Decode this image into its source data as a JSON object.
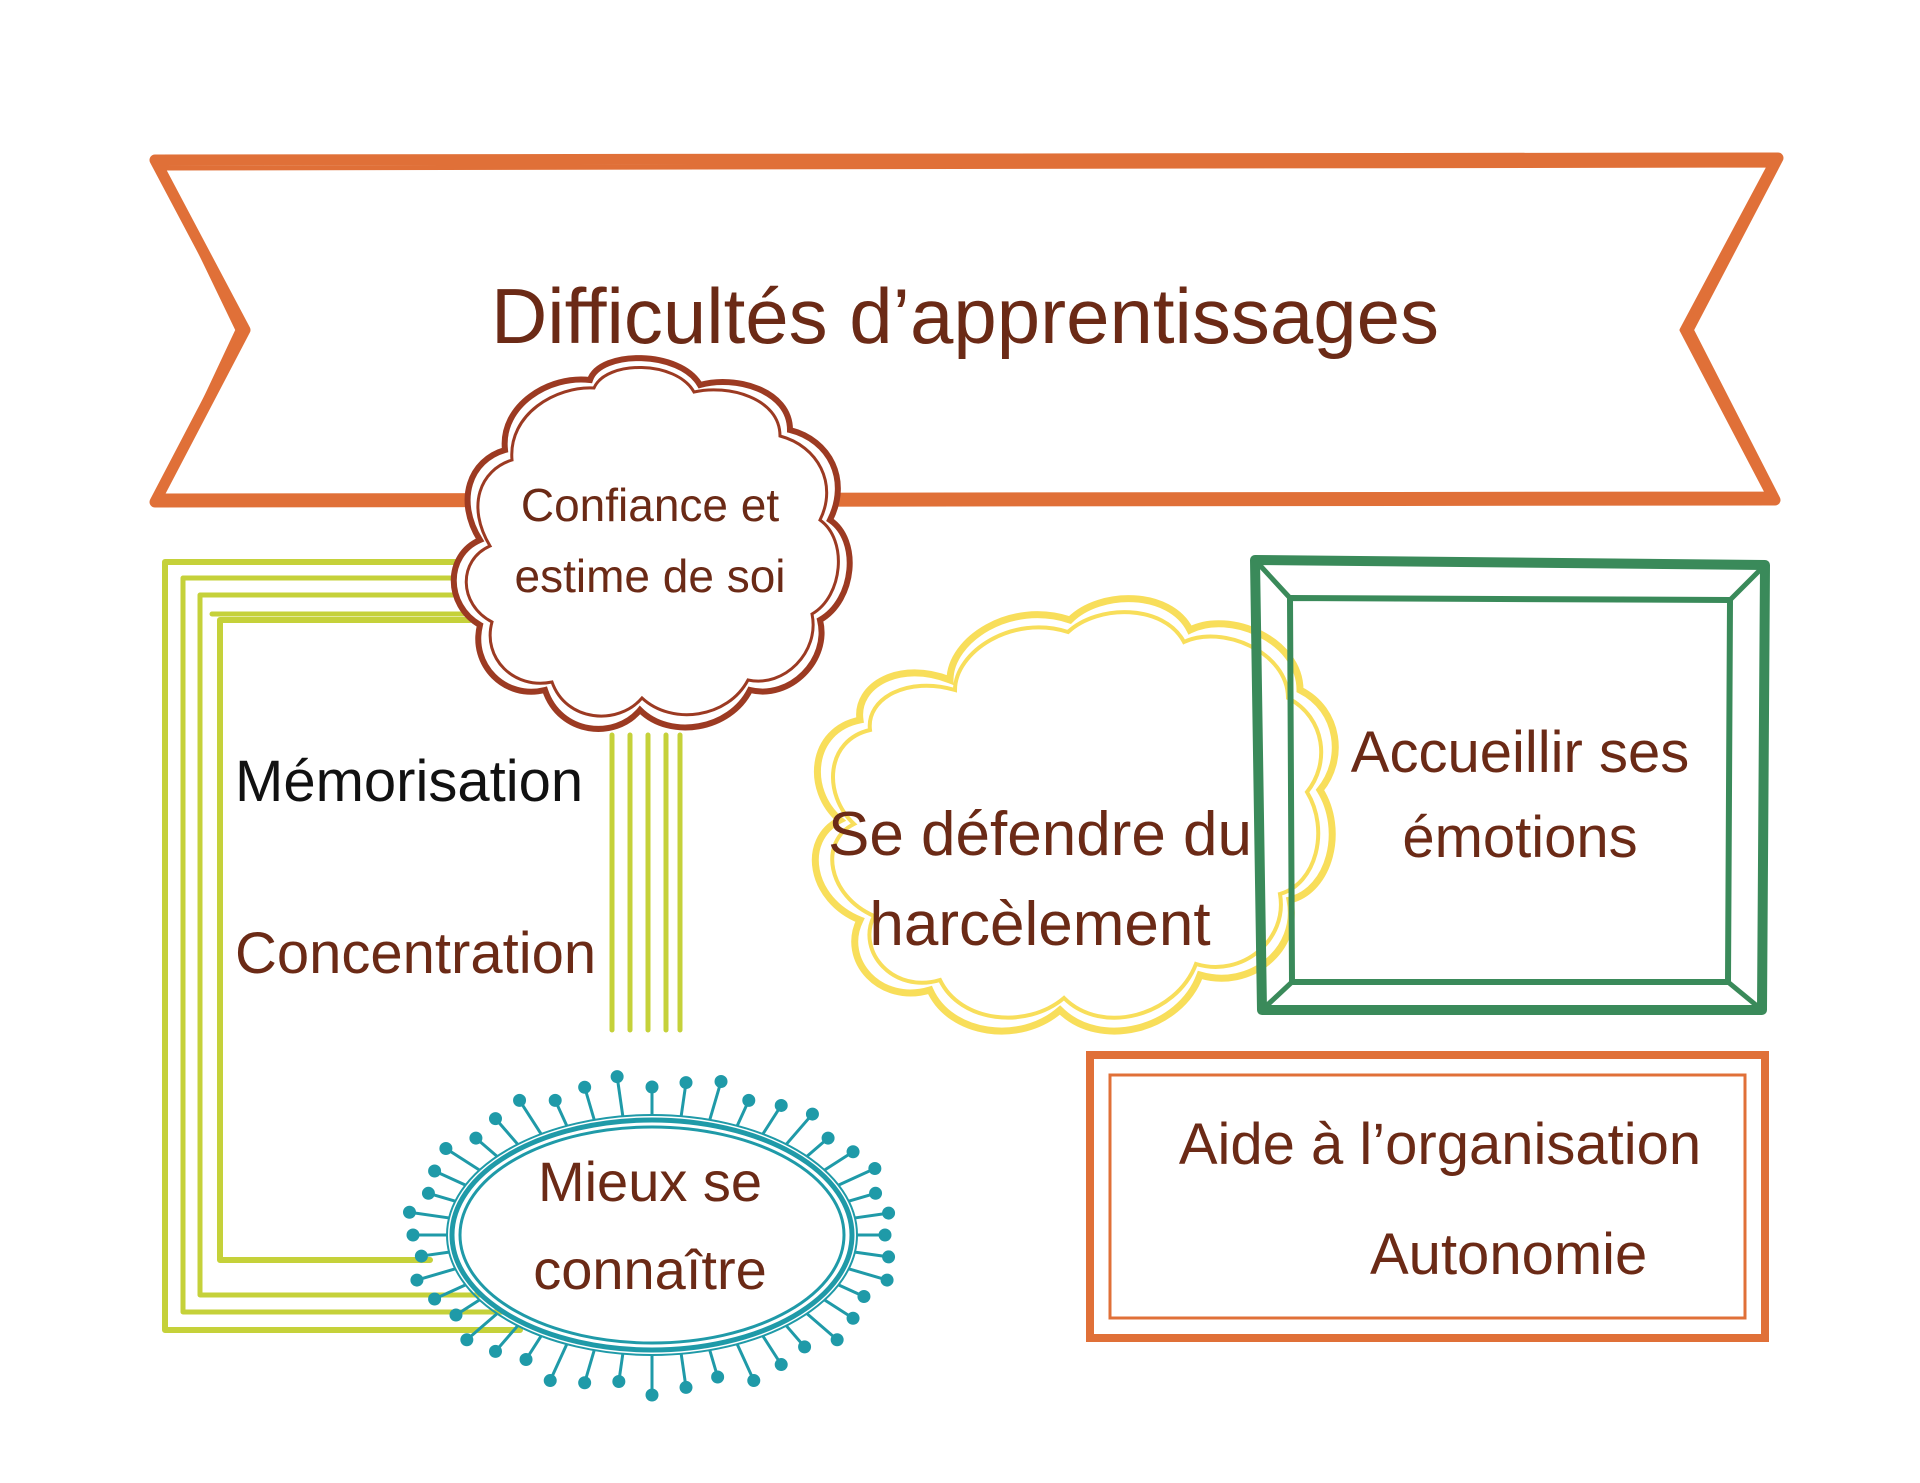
{
  "title": "Difficultés d’apprentissages",
  "nodes": {
    "confiance": "Confiance et estime de soi",
    "memorisation": "Mémorisation",
    "concentration": "Concentration",
    "mieux_se_connaitre": "Mieux se connaître",
    "se_defendre": "Se défendre du harcèlement",
    "accueillir": "Accueillir ses émotions",
    "aide_organisation": "Aide à l’organisation",
    "autonomie": "Autonomie"
  },
  "colors": {
    "banner": "#e07038",
    "text": "#6b2a16",
    "cloud_brown": "#9c3a22",
    "lime_frame": "#c5d13a",
    "teal_oval": "#1f9aa8",
    "yellow_cloud": "#f8de5a",
    "green_frame": "#3a8a5a",
    "orange_frame": "#e07038"
  }
}
